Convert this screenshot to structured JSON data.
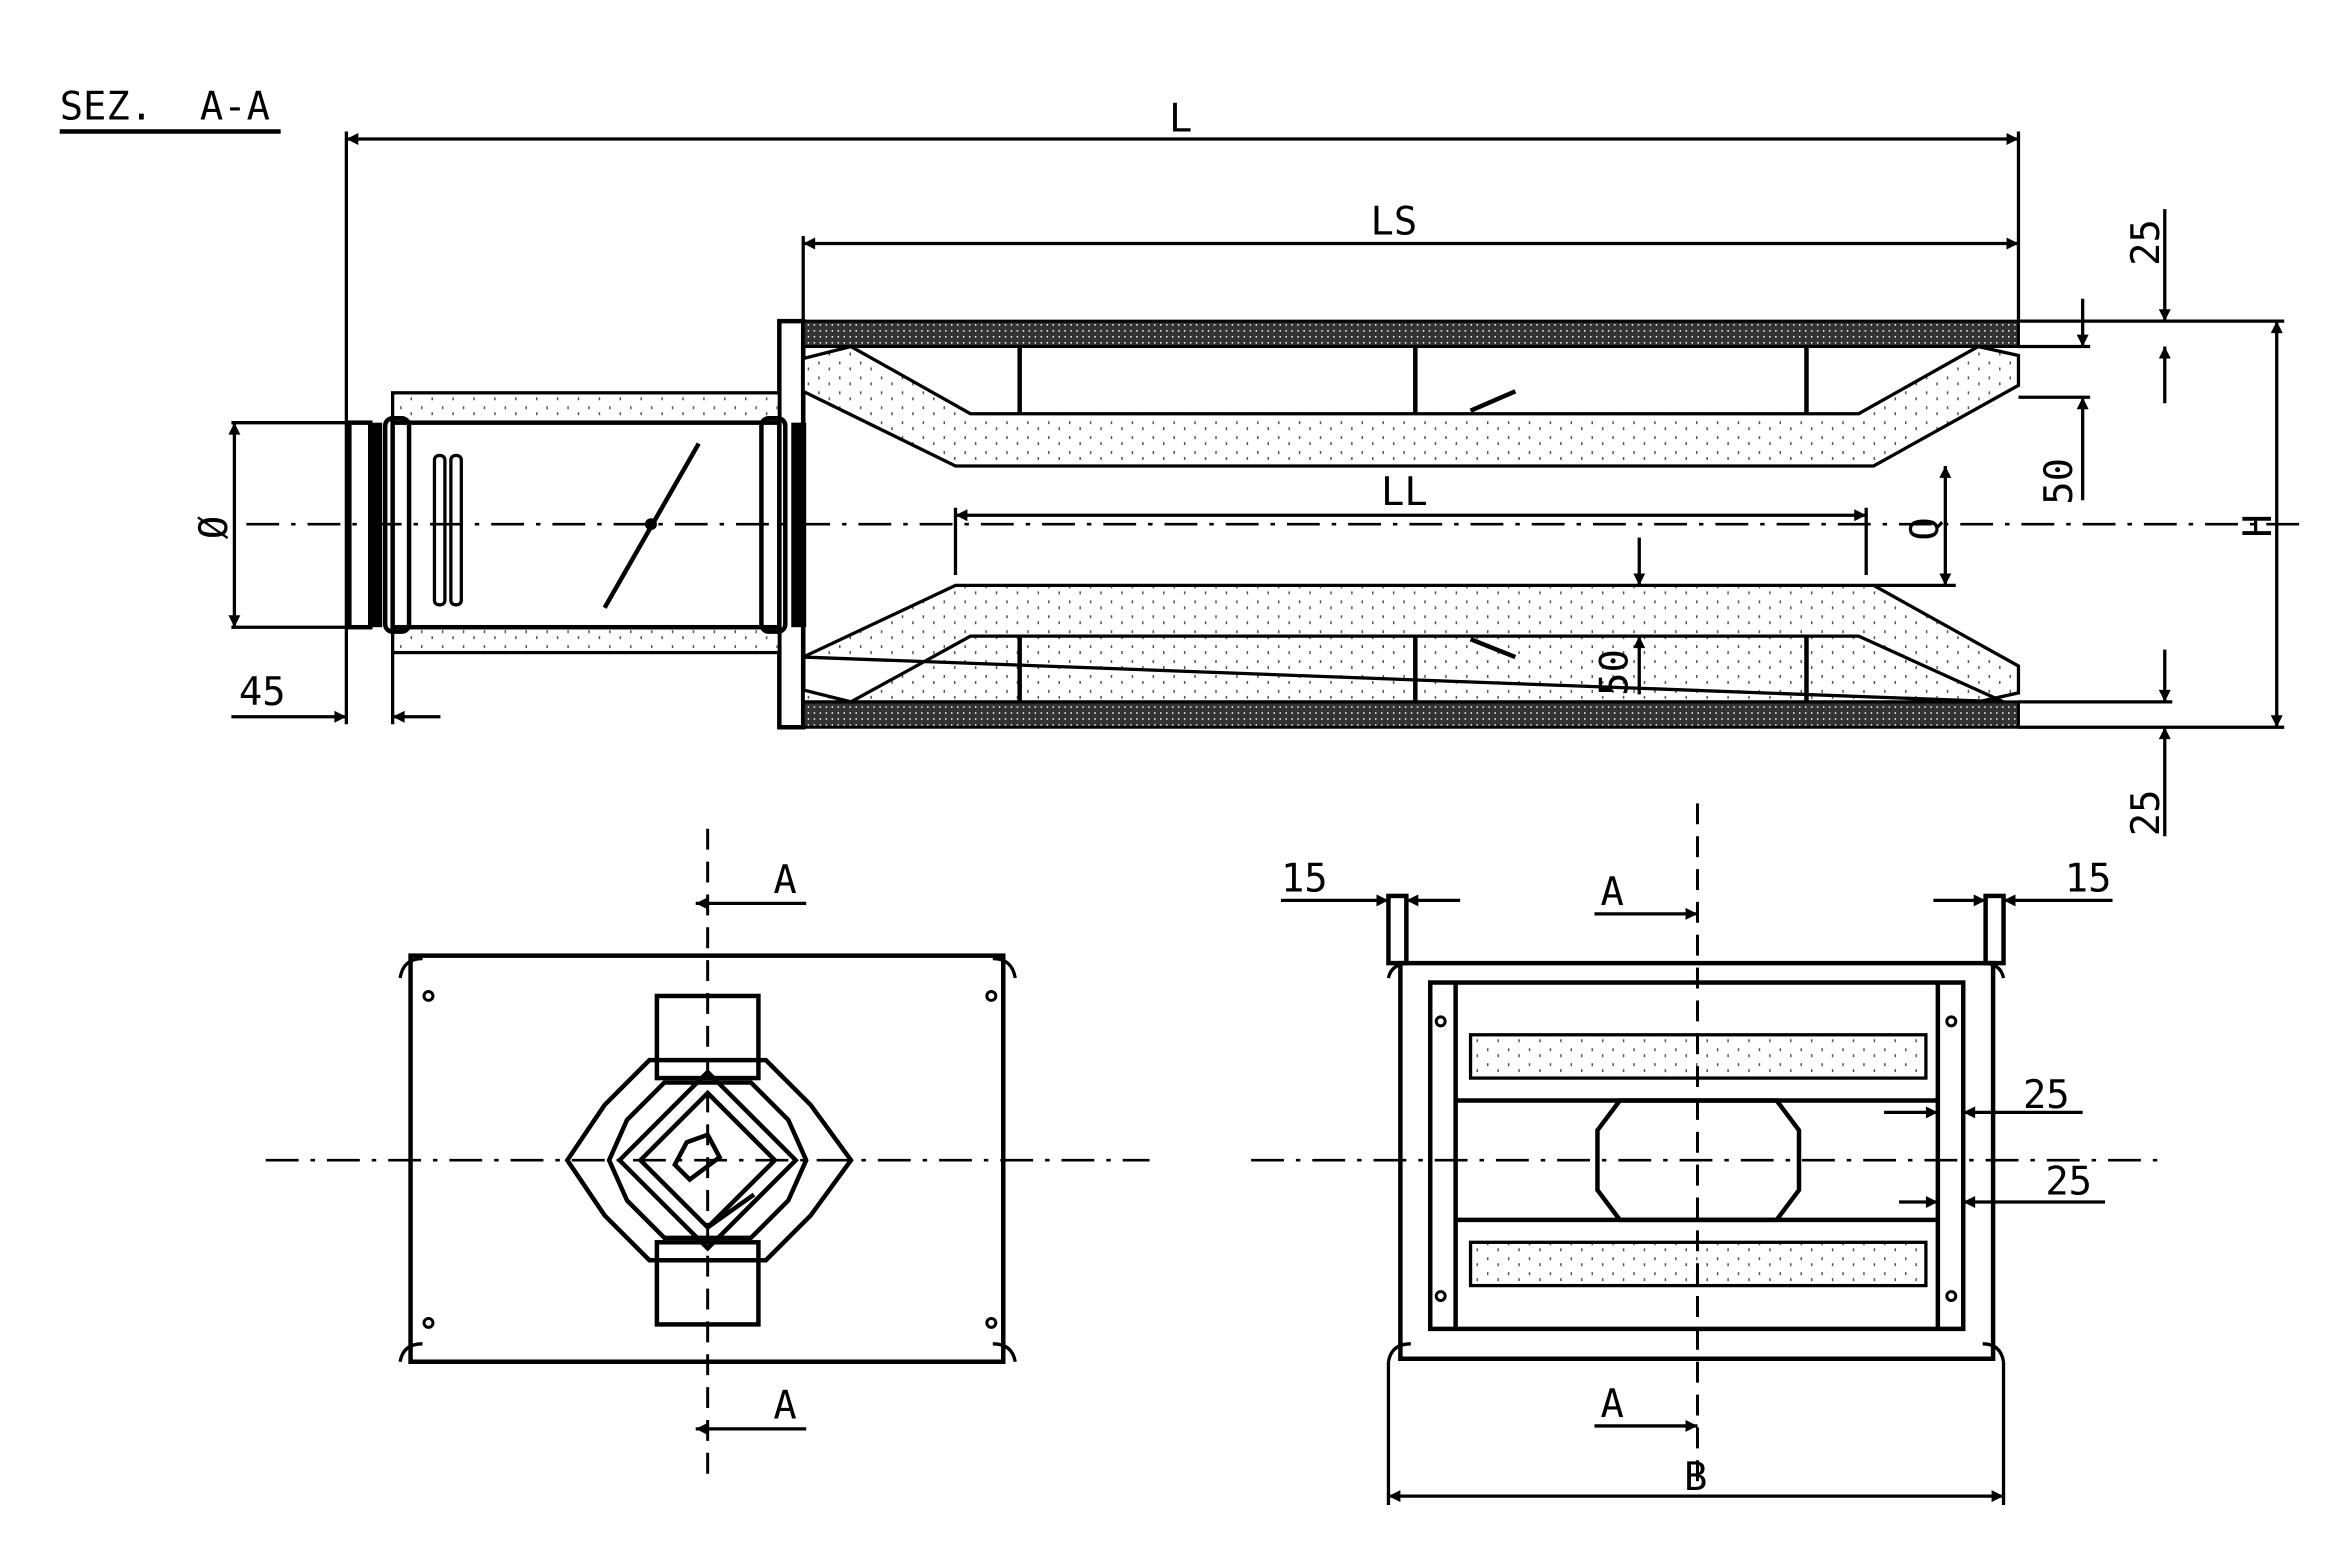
{
  "section": {
    "title": "SEZ.  A-A",
    "dims": {
      "L": "L",
      "LS": "LS",
      "LL": "LL",
      "diameter": "Ø",
      "Q": "Q",
      "H": "H",
      "d45": "45",
      "d25_top": "25",
      "d25_bottom": "25",
      "d50_inner": "50",
      "d50_right": "50"
    }
  },
  "front_view": {
    "cut_top": "A",
    "cut_bottom": "A"
  },
  "side_view": {
    "cut_top": "A",
    "cut_bottom": "A",
    "d15_left": "15",
    "d15_right": "15",
    "d25_upper": "25",
    "d25_lower": "25",
    "B": "B"
  },
  "colors": {
    "line": "#000000",
    "background": "#ffffff"
  }
}
